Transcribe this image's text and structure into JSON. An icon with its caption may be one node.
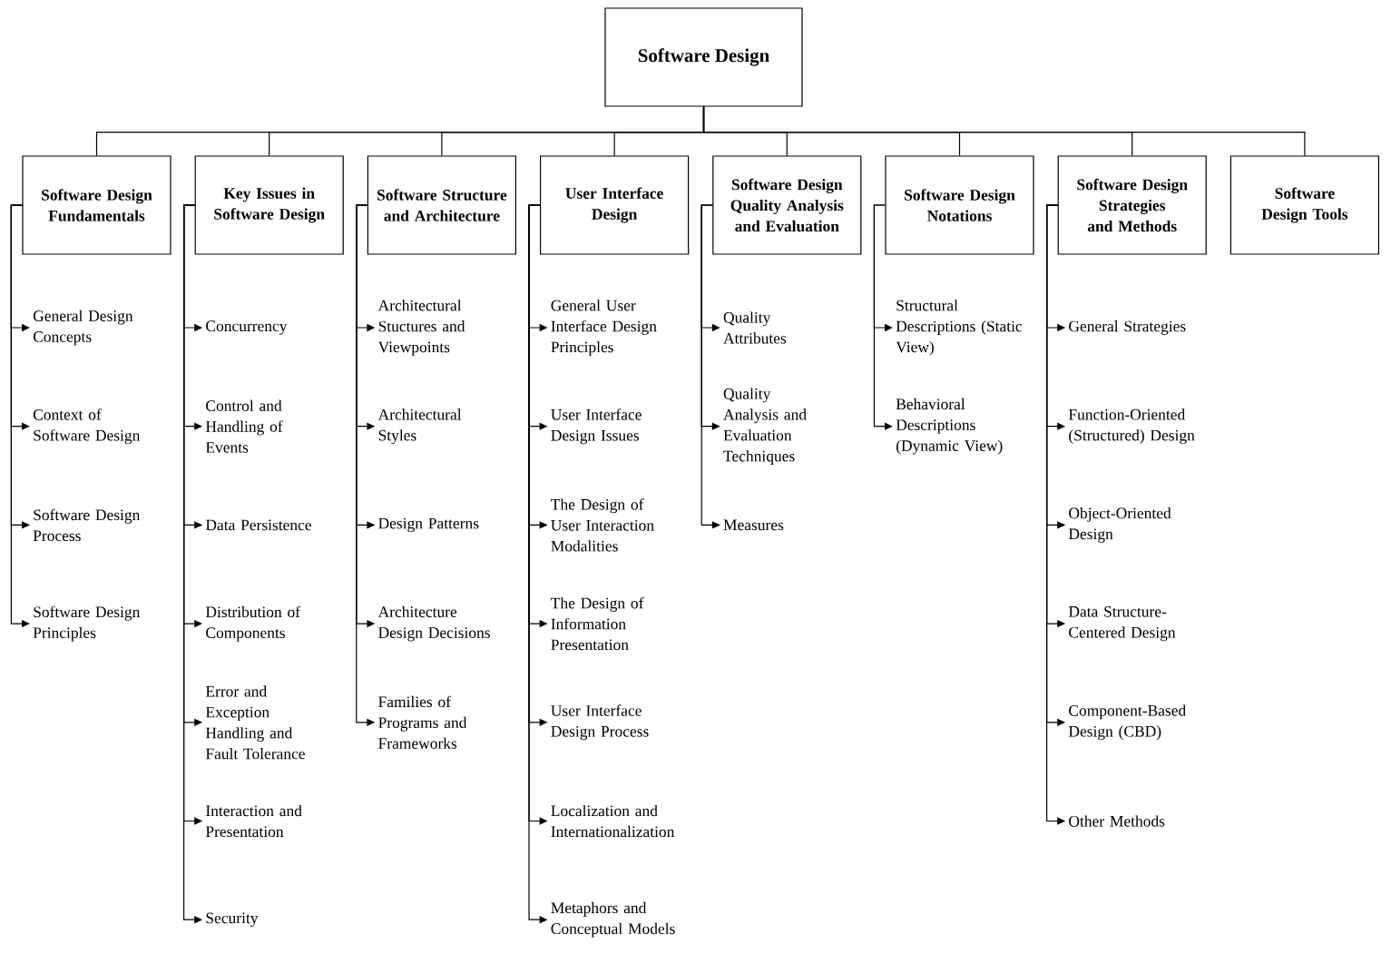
{
  "diagram": {
    "nodes": [
      {
        "text": [
          "Software Design"
        ]
      },
      {
        "text": [
          "Software Design Fundamentals"
        ]
      },
      {
        "text": [
          "Key Issues in Software Design"
        ]
      },
      {
        "text": [
          "Software Structure and Architecture"
        ]
      },
      {
        "text": [
          "User Interface Design"
        ]
      },
      {
        "text": [
          "Software Design Quality Analysis and Evaluation"
        ]
      },
      {
        "text": [
          "Software Design Notations"
        ]
      },
      {
        "text": [
          "Software Design Strategies and Methods"
        ]
      },
      {
        "text": [
          "Software Design Tools"
        ]
      },
      {
        "text": [
          "General Design Concepts"
        ]
      },
      {
        "text": [
          "Context of Software Design"
        ]
      },
      {
        "text": [
          "Software Design Process"
        ]
      },
      {
        "text": [
          "Software Design Principles"
        ]
      },
      {
        "text": [
          "Concurrency"
        ]
      },
      {
        "text": [
          "Control and Handling of Events"
        ]
      },
      {
        "text": [
          "Data Persistence"
        ]
      },
      {
        "text": [
          "Distribution of Components"
        ]
      },
      {
        "text": [
          "Error and Exception Handling and Fault Tolerance"
        ]
      },
      {
        "text": [
          "Interaction and Presentation"
        ]
      },
      {
        "text": [
          "Security"
        ]
      },
      {
        "text": [
          "Architectural Stuctures and Viewpoints"
        ]
      },
      {
        "text": [
          "Architectural Styles"
        ]
      },
      {
        "text": [
          "Design Patterns"
        ]
      },
      {
        "text": [
          "Architecture Design Decisions"
        ]
      },
      {
        "text": [
          "Families of Programs and Frameworks"
        ]
      },
      {
        "text": [
          "General User Interface Design Principles"
        ]
      },
      {
        "text": [
          "User Interface Design Issues"
        ]
      },
      {
        "text": [
          "The Design of User Interaction Modalities"
        ]
      },
      {
        "text": [
          "The Design of Information Presentation"
        ]
      },
      {
        "text": [
          "User Interface Design Process"
        ]
      },
      {
        "text": [
          "Localization and Internationalization"
        ]
      },
      {
        "text": [
          "Metaphors and Conceptual Models"
        ]
      },
      {
        "text": [
          "Quality Attributes"
        ]
      },
      {
        "text": [
          "Quality Analysis and Evaluation Techniques"
        ]
      },
      {
        "text": [
          "Measures"
        ]
      },
      {
        "text": [
          "Structural Descriptions (Static View)"
        ]
      },
      {
        "text": [
          "Behavioral Descriptions (Dynamic View)"
        ]
      },
      {
        "text": [
          "General Strategies"
        ]
      },
      {
        "text": [
          "Function-Oriented (Structured) Design"
        ]
      },
      {
        "text": [
          "Object-Oriented Design"
        ]
      },
      {
        "text": [
          "Data Structure-Centered Design"
        ]
      },
      {
        "text": [
          "Component-Based Design (CBD)"
        ]
      },
      {
        "text": [
          "Other Methods"
        ]
      }
    ],
    "edges": [
      {
        "from": 0,
        "to": 1,
        "arrow": "none"
      },
      {
        "from": 0,
        "to": 2,
        "arrow": "none"
      },
      {
        "from": 0,
        "to": 3,
        "arrow": "none"
      },
      {
        "from": 0,
        "to": 4,
        "arrow": "none"
      },
      {
        "from": 0,
        "to": 5,
        "arrow": "none"
      },
      {
        "from": 0,
        "to": 6,
        "arrow": "none"
      },
      {
        "from": 0,
        "to": 7,
        "arrow": "none"
      },
      {
        "from": 0,
        "to": 8,
        "arrow": "none"
      },
      {
        "from": 1,
        "to": 9,
        "arrow": "to"
      },
      {
        "from": 1,
        "to": 10,
        "arrow": "to"
      },
      {
        "from": 1,
        "to": 11,
        "arrow": "to"
      },
      {
        "from": 1,
        "to": 12,
        "arrow": "to"
      },
      {
        "from": 2,
        "to": 13,
        "arrow": "to"
      },
      {
        "from": 2,
        "to": 14,
        "arrow": "to"
      },
      {
        "from": 2,
        "to": 15,
        "arrow": "to"
      },
      {
        "from": 2,
        "to": 16,
        "arrow": "to"
      },
      {
        "from": 2,
        "to": 17,
        "arrow": "to"
      },
      {
        "from": 2,
        "to": 18,
        "arrow": "to"
      },
      {
        "from": 2,
        "to": 19,
        "arrow": "to"
      },
      {
        "from": 3,
        "to": 20,
        "arrow": "to"
      },
      {
        "from": 3,
        "to": 21,
        "arrow": "to"
      },
      {
        "from": 3,
        "to": 22,
        "arrow": "to"
      },
      {
        "from": 3,
        "to": 23,
        "arrow": "to"
      },
      {
        "from": 3,
        "to": 24,
        "arrow": "to"
      },
      {
        "from": 4,
        "to": 25,
        "arrow": "to"
      },
      {
        "from": 4,
        "to": 26,
        "arrow": "to"
      },
      {
        "from": 4,
        "to": 27,
        "arrow": "to"
      },
      {
        "from": 4,
        "to": 28,
        "arrow": "to"
      },
      {
        "from": 4,
        "to": 29,
        "arrow": "to"
      },
      {
        "from": 4,
        "to": 30,
        "arrow": "to"
      },
      {
        "from": 4,
        "to": 31,
        "arrow": "to"
      },
      {
        "from": 5,
        "to": 32,
        "arrow": "to"
      },
      {
        "from": 5,
        "to": 33,
        "arrow": "to"
      },
      {
        "from": 5,
        "to": 34,
        "arrow": "to"
      },
      {
        "from": 6,
        "to": 35,
        "arrow": "to"
      },
      {
        "from": 6,
        "to": 36,
        "arrow": "to"
      },
      {
        "from": 7,
        "to": 37,
        "arrow": "to"
      },
      {
        "from": 7,
        "to": 38,
        "arrow": "to"
      },
      {
        "from": 7,
        "to": 39,
        "arrow": "to"
      },
      {
        "from": 7,
        "to": 40,
        "arrow": "to"
      },
      {
        "from": 7,
        "to": 41,
        "arrow": "to"
      },
      {
        "from": 7,
        "to": 42,
        "arrow": "to"
      }
    ]
  }
}
